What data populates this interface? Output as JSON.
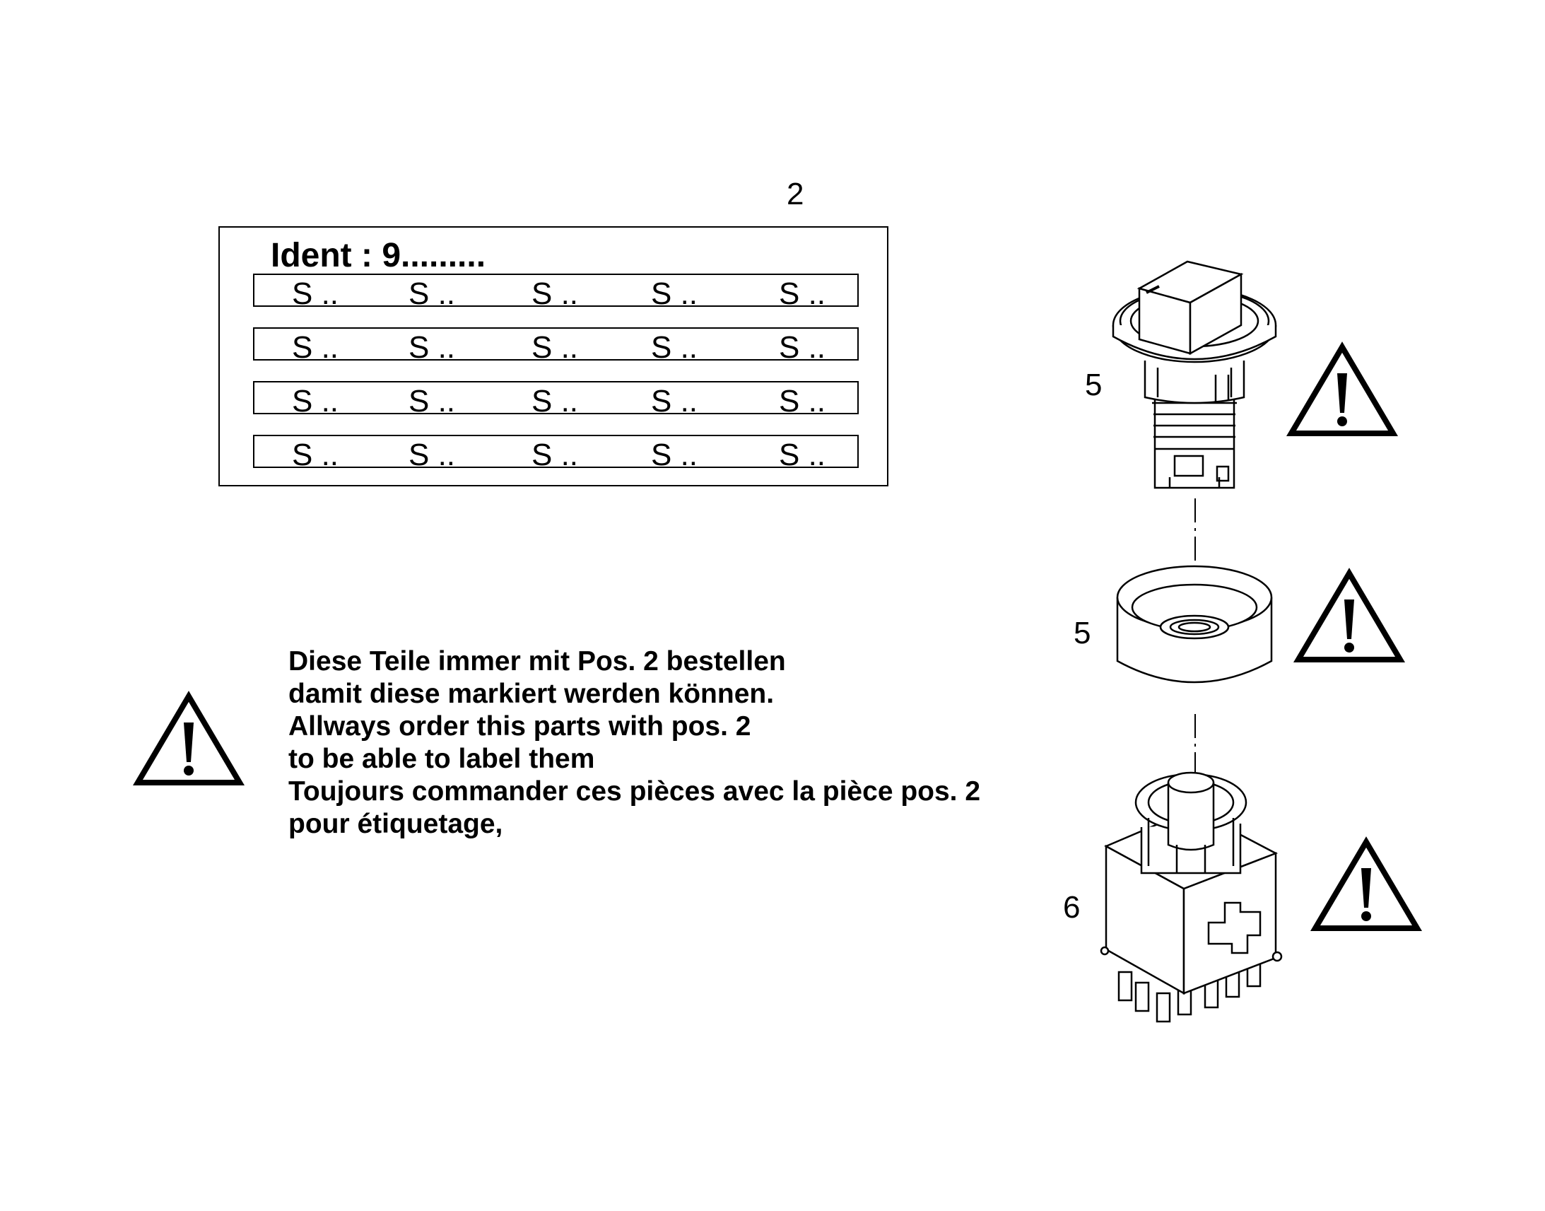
{
  "positions": {
    "label_panel": "2",
    "knob": "5",
    "ring": "5",
    "contact_block": "6"
  },
  "label_panel": {
    "ident": "Ident : 9.........",
    "rows": [
      [
        "S ..",
        "S ..",
        "S ..",
        "S ..",
        "S .."
      ],
      [
        "S ..",
        "S ..",
        "S ..",
        "S ..",
        "S .."
      ],
      [
        "S ..",
        "S ..",
        "S ..",
        "S ..",
        "S .."
      ],
      [
        "S ..",
        "S ..",
        "S ..",
        "S ..",
        "S .."
      ]
    ]
  },
  "notes": [
    "Diese Teile immer mit Pos. 2   bestellen",
    "damit diese markiert werden können.",
    "Allways order this parts with pos. 2",
    "to be able to label them",
    "Toujours commander ces pièces avec la pièce pos. 2",
    "pour étiquetage,"
  ],
  "icons": [
    "warning-icon",
    "rotary-knob-part",
    "collar-ring-part",
    "contact-block-part"
  ],
  "colors": {
    "ink": "#000000",
    "paper": "#ffffff"
  }
}
